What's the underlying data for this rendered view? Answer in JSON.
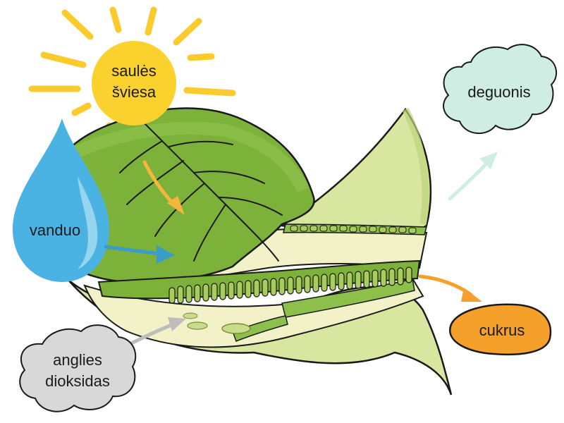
{
  "labels": {
    "sunlight_line1": "saulės",
    "sunlight_line2": "šviesa",
    "water": "vanduo",
    "oxygen": "deguonis",
    "sugar": "cukrus",
    "co2_line1": "anglies",
    "co2_line2": "dioksidas"
  },
  "colors": {
    "sun": "#FBD12E",
    "sun_rays": "#FBCB2C",
    "water": "#4BB3E3",
    "leaf_dark": "#7DB23A",
    "leaf_light": "#D8E6A0",
    "leaf_cream": "#F3F1C8",
    "oxygen_cloud": "#CFEDE3",
    "sugar_blob": "#F4A02B",
    "co2_cloud": "#D8D8D8",
    "arrow_yellow": "#F5B73B",
    "arrow_blue": "#3A9CC8",
    "arrow_teal": "#CFEDE3",
    "arrow_orange": "#F4A02B",
    "arrow_grey": "#BDBDBD"
  }
}
